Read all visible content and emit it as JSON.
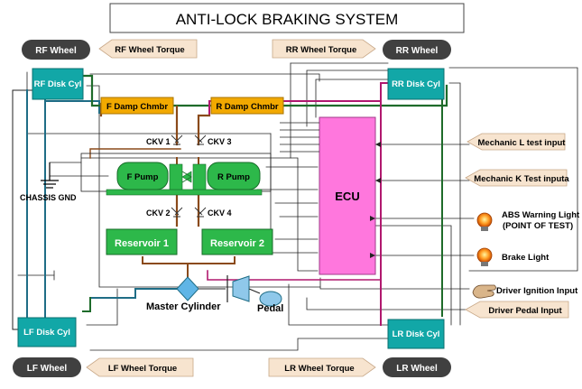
{
  "title": "ANTI-LOCK BRAKING SYSTEM",
  "wheels": {
    "rf": "RF Wheel",
    "rr": "RR Wheel",
    "lf": "LF Wheel",
    "lr": "LR Wheel"
  },
  "torques": {
    "rf": "RF Wheel Torque",
    "rr": "RR Wheel Torque",
    "lf": "LF Wheel Torque",
    "lr": "LR Wheel Torque"
  },
  "disk_cyls": {
    "rf": "RF Disk Cyl",
    "rr": "RR Disk Cyl",
    "lf": "LF Disk Cyl",
    "lr": "LR Disk Cyl"
  },
  "damp": {
    "f": "F Damp Chmbr",
    "r": "R Damp Chmbr"
  },
  "ckv": {
    "v1": "CKV 1",
    "v2": "CKV 2",
    "v3": "CKV 3",
    "v4": "CKV 4"
  },
  "pumps": {
    "f": "F Pump",
    "r": "R Pump"
  },
  "reservoirs": {
    "r1": "Reservoir 1",
    "r2": "Reservoir 2"
  },
  "chassis_gnd": "CHASSIS GND",
  "ecu": "ECU",
  "master_cylinder": "Master  Cylinder",
  "pedal": "Pedal",
  "inputs": {
    "mech_l": "Mechanic L test input",
    "mech_k": "Mechanic K Test inputa",
    "ignition": "Driver Ignition Input",
    "pedal_input": "Driver Pedal Input"
  },
  "outputs": {
    "abs_warning_line1": "ABS Warning Light",
    "abs_warning_line2": "(POINT OF TEST)",
    "brake_light": "Brake Light"
  },
  "colors": {
    "teal_box": "#12a7a7",
    "orange_box": "#f2a900",
    "green_box": "#2db84a",
    "ecu_pink": "#ff77dd",
    "wheel_dark": "#404040",
    "arrow_fill": "#f7e4cf",
    "line_teal": "#1f6d86",
    "line_dkgreen": "#1e6b2a",
    "line_magenta": "#b0186e",
    "line_brown": "#8a4a1a"
  }
}
